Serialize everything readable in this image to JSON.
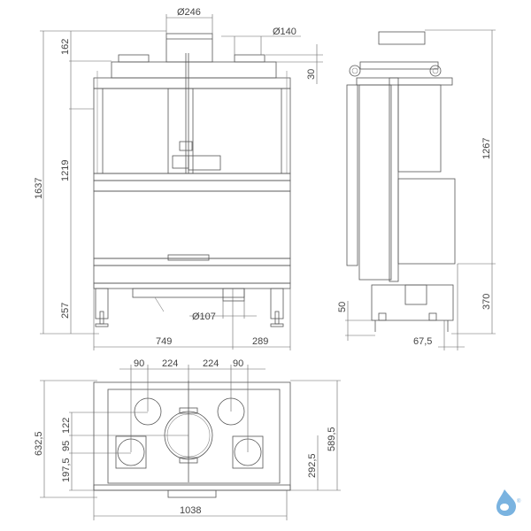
{
  "front_view": {
    "dims": {
      "flue_diameter": "Ø246",
      "air_diameter": "Ø140",
      "top_offset": "162",
      "total_height": "1637",
      "body_height": "1219",
      "leg_height": "257",
      "collar_offset": "30",
      "bottom_air_diameter": "Ø107",
      "width_left": "749",
      "width_right": "289"
    }
  },
  "side_view": {
    "dims": {
      "height_1267": "1267",
      "height_370": "370",
      "foot_50": "50",
      "depth_67_5": "67,5"
    }
  },
  "top_view": {
    "dims": {
      "top_90_left": "90",
      "top_224_left": "224",
      "top_224_right": "224",
      "top_90_right": "90",
      "left_122": "122",
      "left_95": "95",
      "left_197_5": "197,5",
      "left_632_5": "632,5",
      "right_589_5": "589,5",
      "right_292_5": "292,5",
      "bottom_1038": "1038"
    }
  },
  "logo": {
    "icon": "water-drop-logo-icon",
    "color": "#7ab3e0",
    "mark": "®"
  }
}
